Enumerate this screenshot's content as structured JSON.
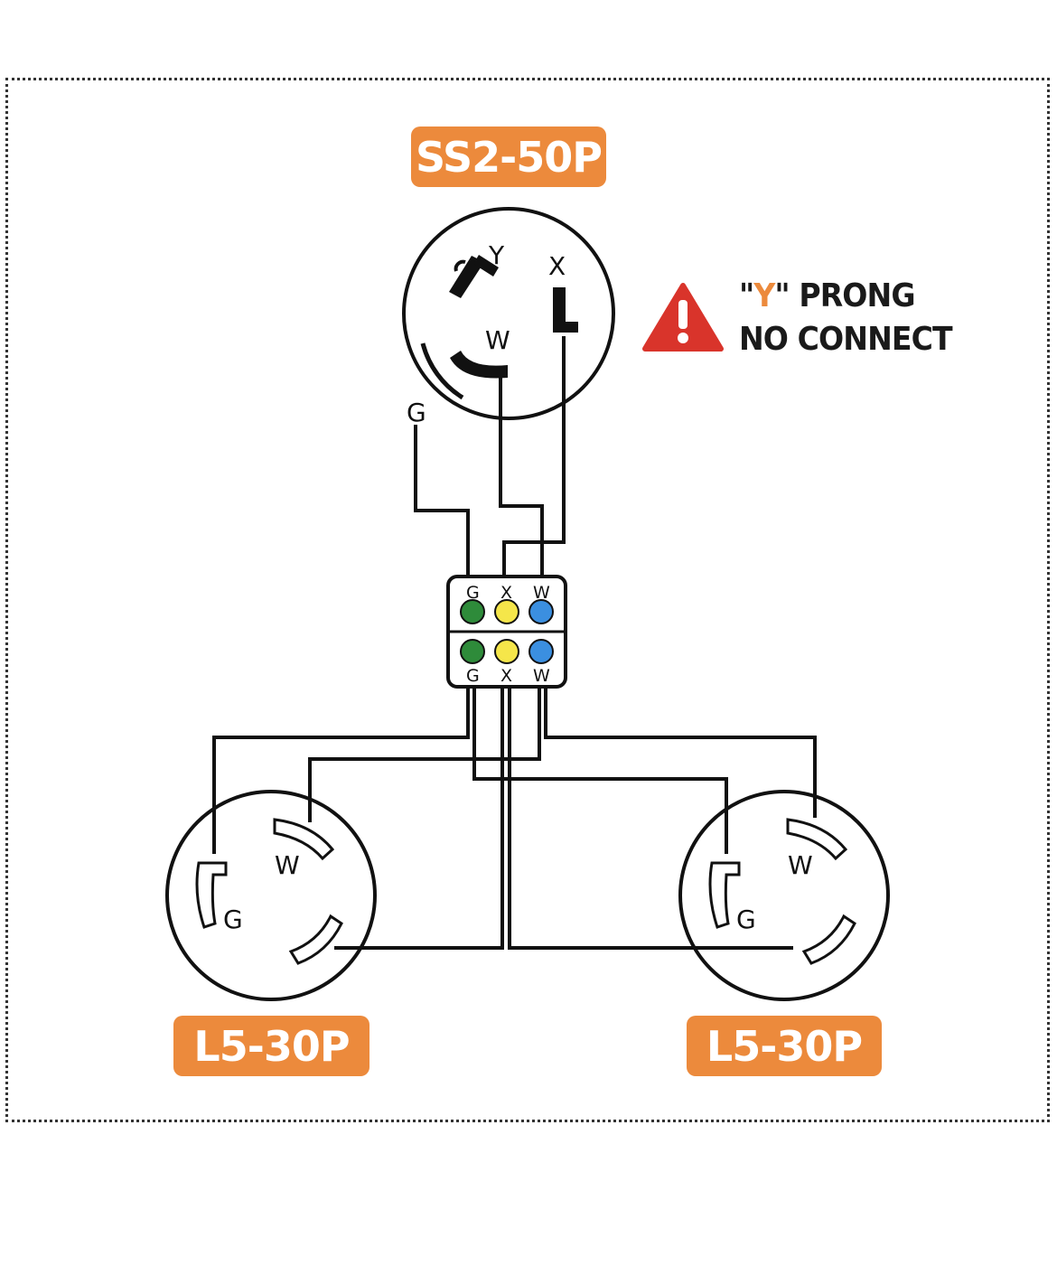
{
  "plugs": {
    "top_name": "SS2-50P",
    "left_name": "L5-30P",
    "right_name": "L5-30P"
  },
  "prong_labels": {
    "y": "Y",
    "x": "X",
    "w": "W",
    "g": "G"
  },
  "warning": {
    "quote_open": "\"",
    "letter": "Y",
    "quote_close": "\"",
    "line1_rest": " PRONG",
    "line2": "NO CONNECT"
  },
  "terminal_block": {
    "top_labels": [
      "G",
      "X",
      "W"
    ],
    "bottom_labels": [
      "G",
      "X",
      "W"
    ],
    "colors": {
      "G": "#2e8b3a",
      "X": "#f5e64a",
      "W": "#3b8fe0"
    }
  }
}
